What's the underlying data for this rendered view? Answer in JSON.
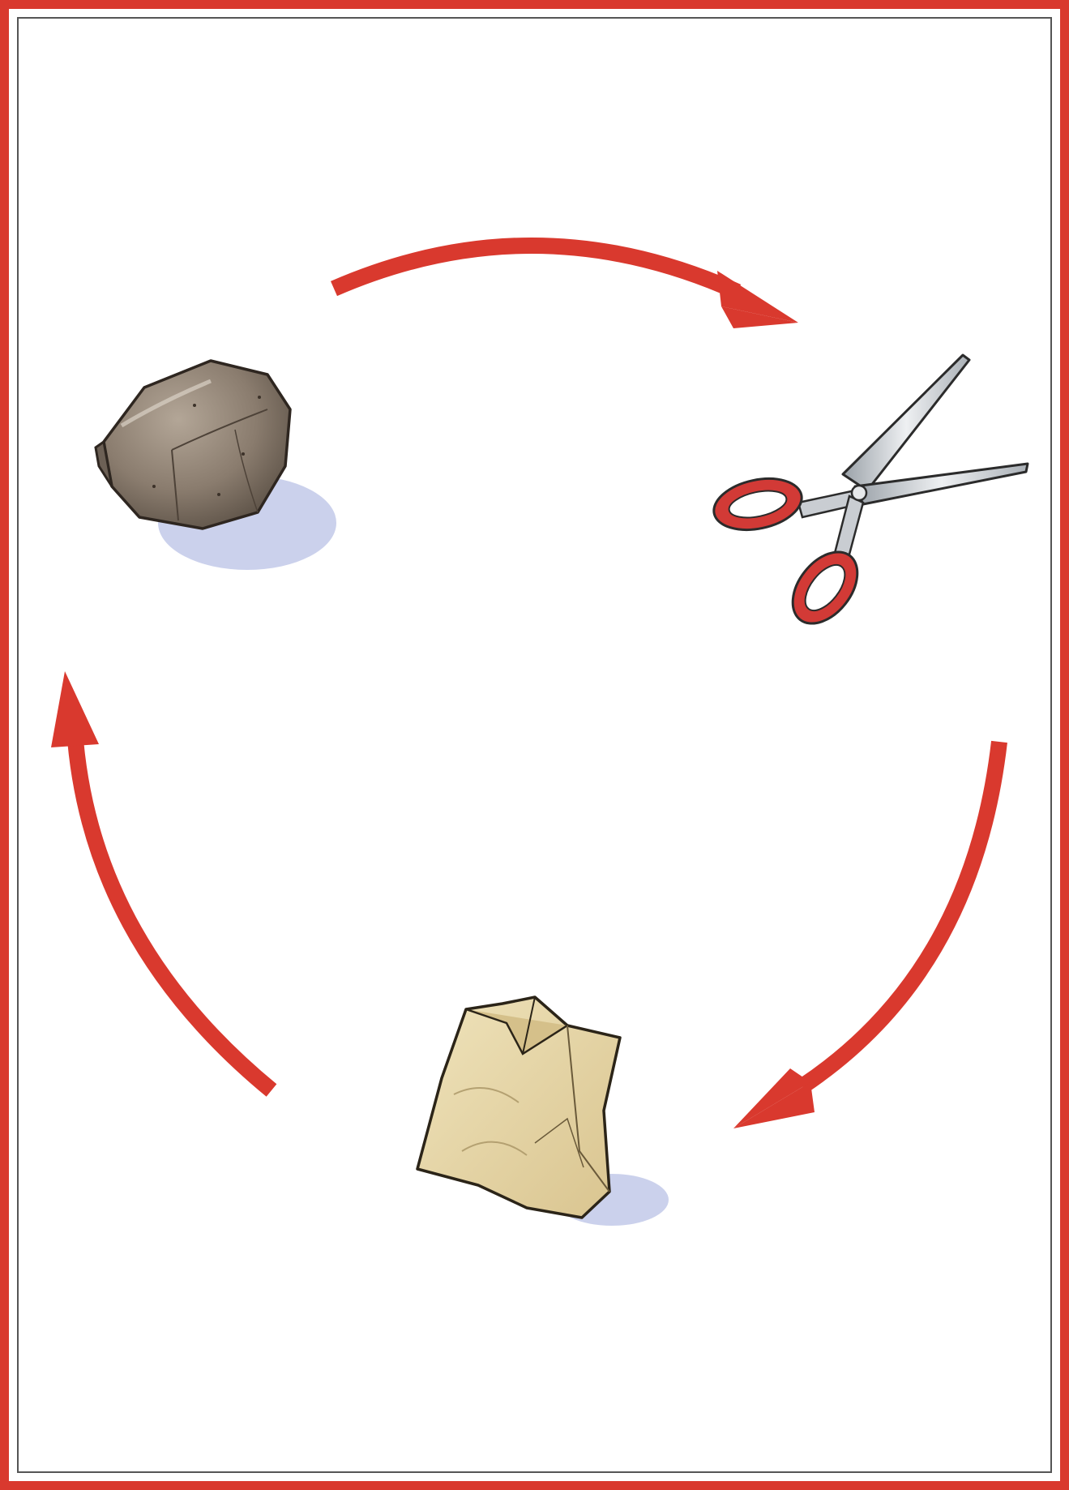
{
  "diagram": {
    "kind": "cycle",
    "items": [
      {
        "id": "rock",
        "icon": "rock-icon"
      },
      {
        "id": "scissors",
        "icon": "scissors-icon"
      },
      {
        "id": "paper-bag",
        "icon": "paper-bag-icon"
      }
    ],
    "edges": [
      {
        "from": "rock",
        "to": "scissors"
      },
      {
        "from": "scissors",
        "to": "paper-bag"
      },
      {
        "from": "paper-bag",
        "to": "rock"
      }
    ]
  },
  "colors": {
    "border": "#d9392e",
    "arrow": "#d9392e",
    "inner_border": "#555555",
    "rock": "#8a7c6e",
    "scissor_handle": "#d23a36",
    "scissor_blade": "#c9cdd2",
    "bag": "#e7d8a8",
    "shadow": "#b9c2e6"
  }
}
